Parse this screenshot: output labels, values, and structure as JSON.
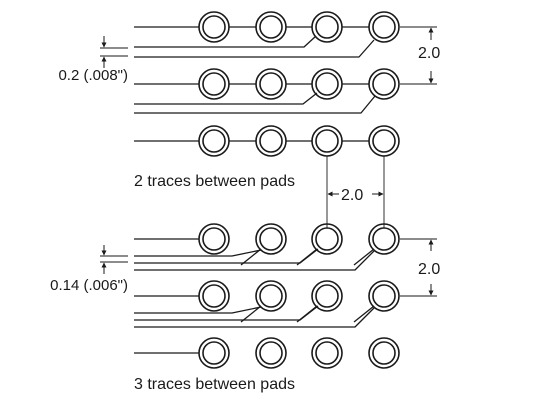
{
  "diagram": {
    "upper_section": {
      "caption": "2 traces between pads",
      "trace_width_label": "0.2 (.008\")",
      "pitch_vertical_label": "2.0",
      "pitch_horizontal_label": "2.0"
    },
    "lower_section": {
      "caption": "3 traces between pads",
      "trace_width_label": "0.14 (.006\")",
      "pitch_vertical_label": "2.0"
    }
  },
  "colors": {
    "line": "#1a1a1a",
    "background": "#ffffff"
  }
}
